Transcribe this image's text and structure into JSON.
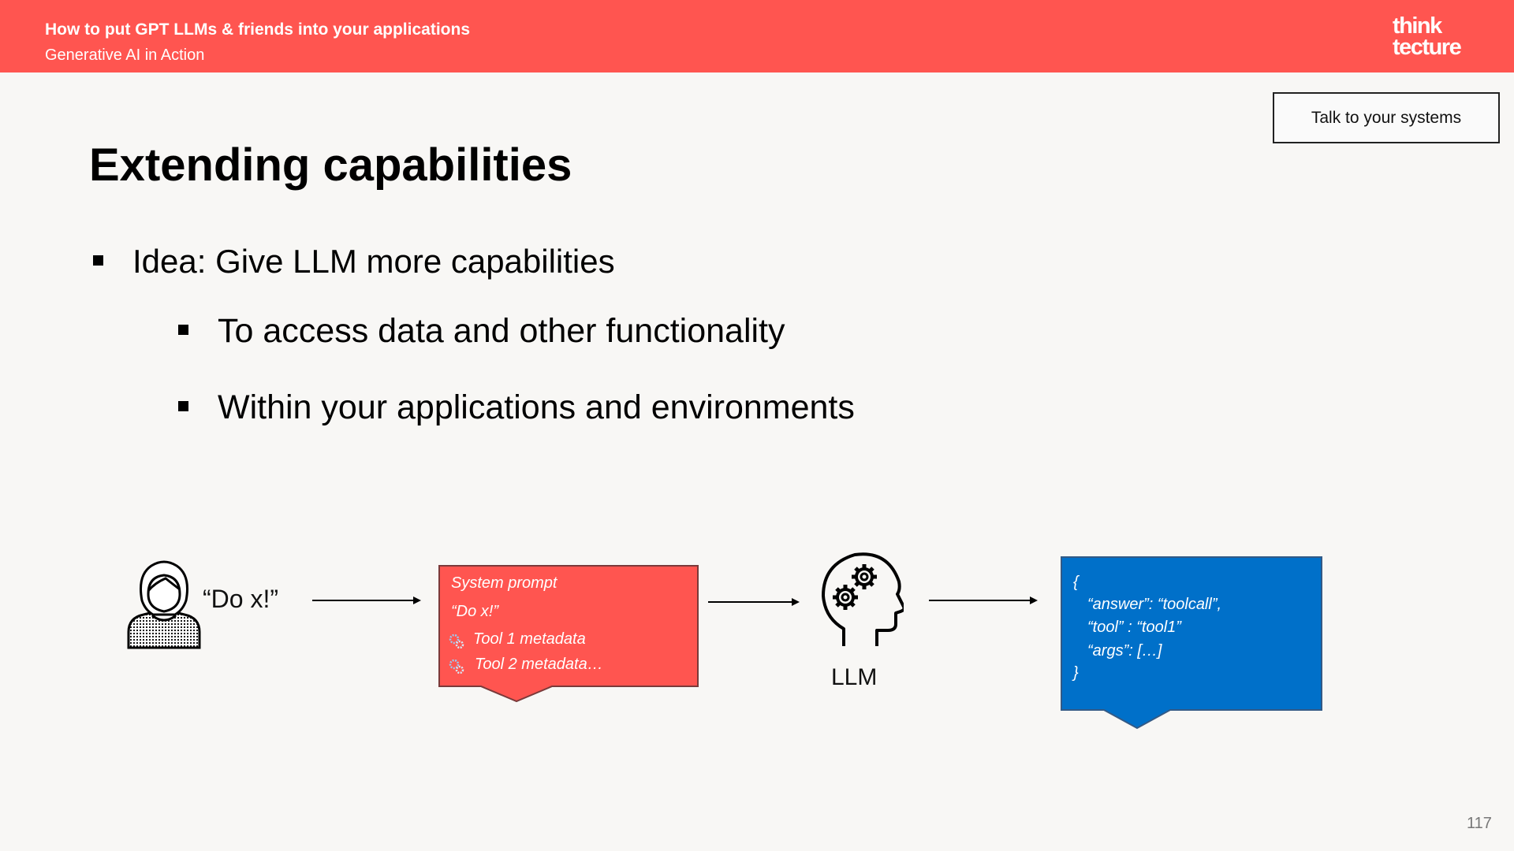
{
  "header": {
    "title": "How to put GPT LLMs & friends into your applications",
    "subtitle": "Generative AI in Action",
    "logo_line1": "think",
    "logo_line2": "tecture"
  },
  "tag": "Talk to your systems",
  "slide": {
    "title": "Extending capabilities",
    "bullets": [
      "Idea: Give LLM more capabilities",
      "To access data and other functionality",
      "Within your applications and environments"
    ]
  },
  "diagram": {
    "user_says": "“Do  x!”",
    "system_box": {
      "heading": "System prompt",
      "prompt": "“Do x!”",
      "tool1": "Tool 1 metadata",
      "tool2": "Tool 2 metadata…"
    },
    "llm_label": "LLM",
    "json_box": {
      "open": "{",
      "answer": "“answer”: “toolcall”,",
      "tool": "“tool” : “tool1”",
      "args": "“args”: […]",
      "close": "}"
    }
  },
  "page_number": "117",
  "colors": {
    "header_bg": "#ff5550",
    "system_box_bg": "#ff5550",
    "json_box_bg": "#0070c9",
    "page_bg": "#f8f7f5"
  }
}
